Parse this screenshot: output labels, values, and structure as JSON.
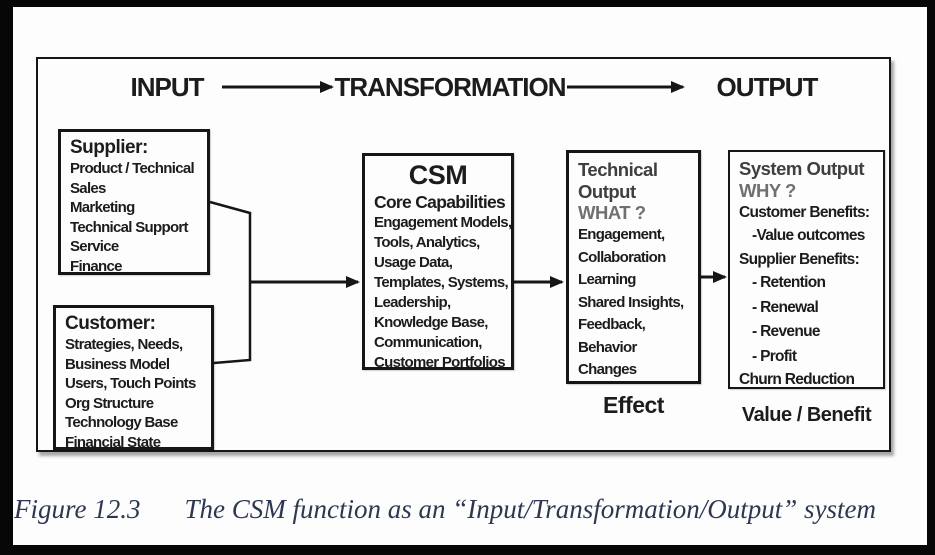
{
  "header": {
    "input": "INPUT",
    "transformation": "TRANSFORMATION",
    "output": "OUTPUT"
  },
  "boxes": {
    "supplier": {
      "title": "Supplier:",
      "lines": [
        "Product / Technical",
        "Sales",
        "Marketing",
        "Technical Support",
        "Service",
        "Finance"
      ]
    },
    "customer": {
      "title": "Customer:",
      "lines": [
        "Strategies, Needs,",
        "Business Model",
        "Users, Touch Points",
        "Org Structure",
        "Technology Base",
        "Financial State"
      ]
    },
    "csm": {
      "title": "CSM",
      "subtitle": "Core Capabilities",
      "lines": [
        "Engagement Models,",
        "Tools, Analytics,",
        "Usage Data,",
        "Templates, Systems,",
        "Leadership,",
        "Knowledge Base,",
        "Communication,",
        "Customer Portfolios"
      ]
    },
    "technical_output": {
      "title_line1": "Technical",
      "title_line2": "Output",
      "question": "WHAT ?",
      "lines": [
        "Engagement,",
        "Collaboration",
        "Learning",
        "Shared Insights,",
        "Feedback,",
        "Behavior",
        "Changes"
      ],
      "footer_label": "Effect"
    },
    "system_output": {
      "title": "System Output",
      "question": "WHY ?",
      "lines": [
        {
          "text": "Customer Benefits:",
          "indent": false
        },
        {
          "text": "-Value outcomes",
          "indent": true
        },
        {
          "text": "Supplier Benefits:",
          "indent": false
        },
        {
          "text": "- Retention",
          "indent": true
        },
        {
          "text": "- Renewal",
          "indent": true
        },
        {
          "text": "- Revenue",
          "indent": true
        },
        {
          "text": "- Profit",
          "indent": true
        },
        {
          "text": "Churn Reduction",
          "indent": false
        }
      ],
      "footer_label": "Value / Benefit"
    }
  },
  "caption": {
    "figure_label": "Figure 12.3",
    "text": "The CSM function as an “Input/Transformation/Output” system"
  },
  "colors": {
    "text_black": "#1c1c1c",
    "heading_gray": "#3f3f3f",
    "question_gray": "#707070",
    "border_black": "#161616",
    "caption_navy": "#2d3850"
  }
}
